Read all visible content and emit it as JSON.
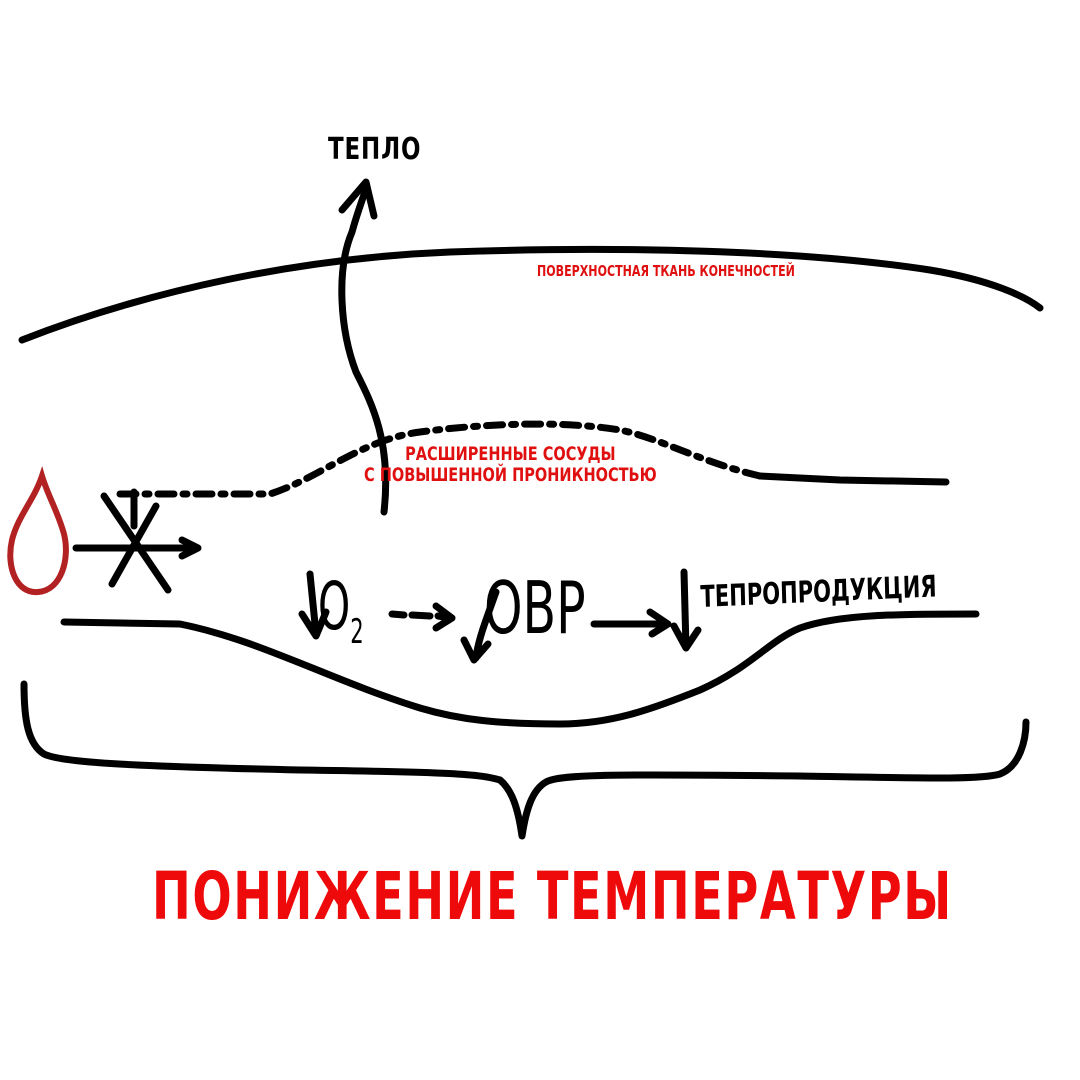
{
  "labels": {
    "heat": "ТЕПЛО",
    "surface_tissue": "ПОВЕРХНОСТНАЯ ТКАНЬ КОНЕЧНОСТЕЙ",
    "vessels_line1": "РАСШИРЕННЫЕ СОСУДЫ",
    "vessels_line2": "С ПОВЫШЕННОЙ ПРОНИКНОСТЬЮ",
    "o2_text": "O",
    "o2_sub": "2",
    "ovr": "ОВР",
    "heat_production": "ТЕПРОПРОДУКЦИЯ",
    "result": "ПОНИЖЕНИЕ ТЕМПЕРАТУРЫ"
  },
  "icons": {
    "drop": "blood-drop-icon",
    "cold": "snowflake-icon"
  },
  "colors": {
    "ink": "#000000",
    "label_red": "#e01010",
    "drop_red": "#b22222"
  }
}
